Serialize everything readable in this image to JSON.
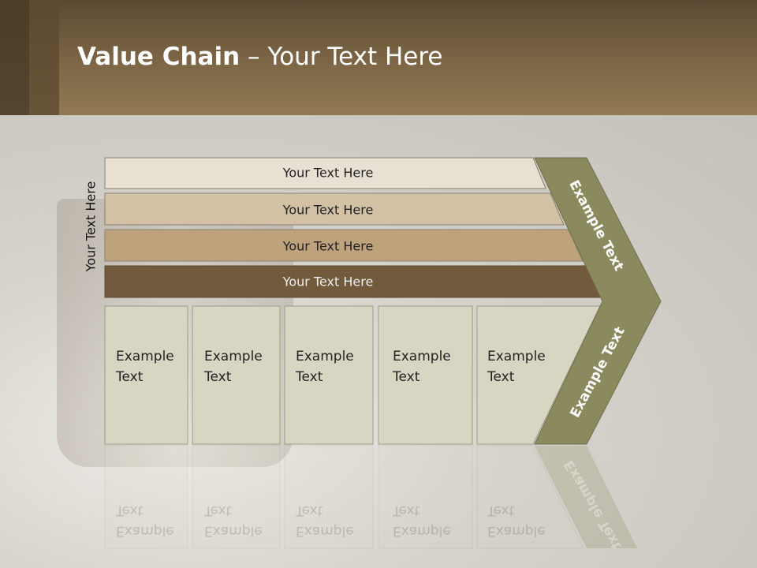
{
  "header": {
    "title_bold": "Value Chain",
    "title_rest": " – Your Text Here"
  },
  "side_label": "Your Text Here",
  "bars": [
    {
      "label": "Your Text Here",
      "color": "#e8e0d3"
    },
    {
      "label": "Your Text Here",
      "color": "#d2c1a4"
    },
    {
      "label": "Your Text Here",
      "color": "#bea27c"
    },
    {
      "label": "Your Text Here",
      "color": "#725b3d"
    }
  ],
  "boxes": [
    {
      "label": "Example\nText"
    },
    {
      "label": "Example\nText"
    },
    {
      "label": "Example\nText"
    },
    {
      "label": "Example\nText"
    },
    {
      "label": "Example\nText"
    }
  ],
  "chevron": {
    "top_label": "Example Text",
    "bottom_label": "Example Text",
    "color": "#8b8a5e"
  },
  "colors": {
    "box_fill": "#d7d6c3",
    "box_stroke": "#9c9a88"
  }
}
